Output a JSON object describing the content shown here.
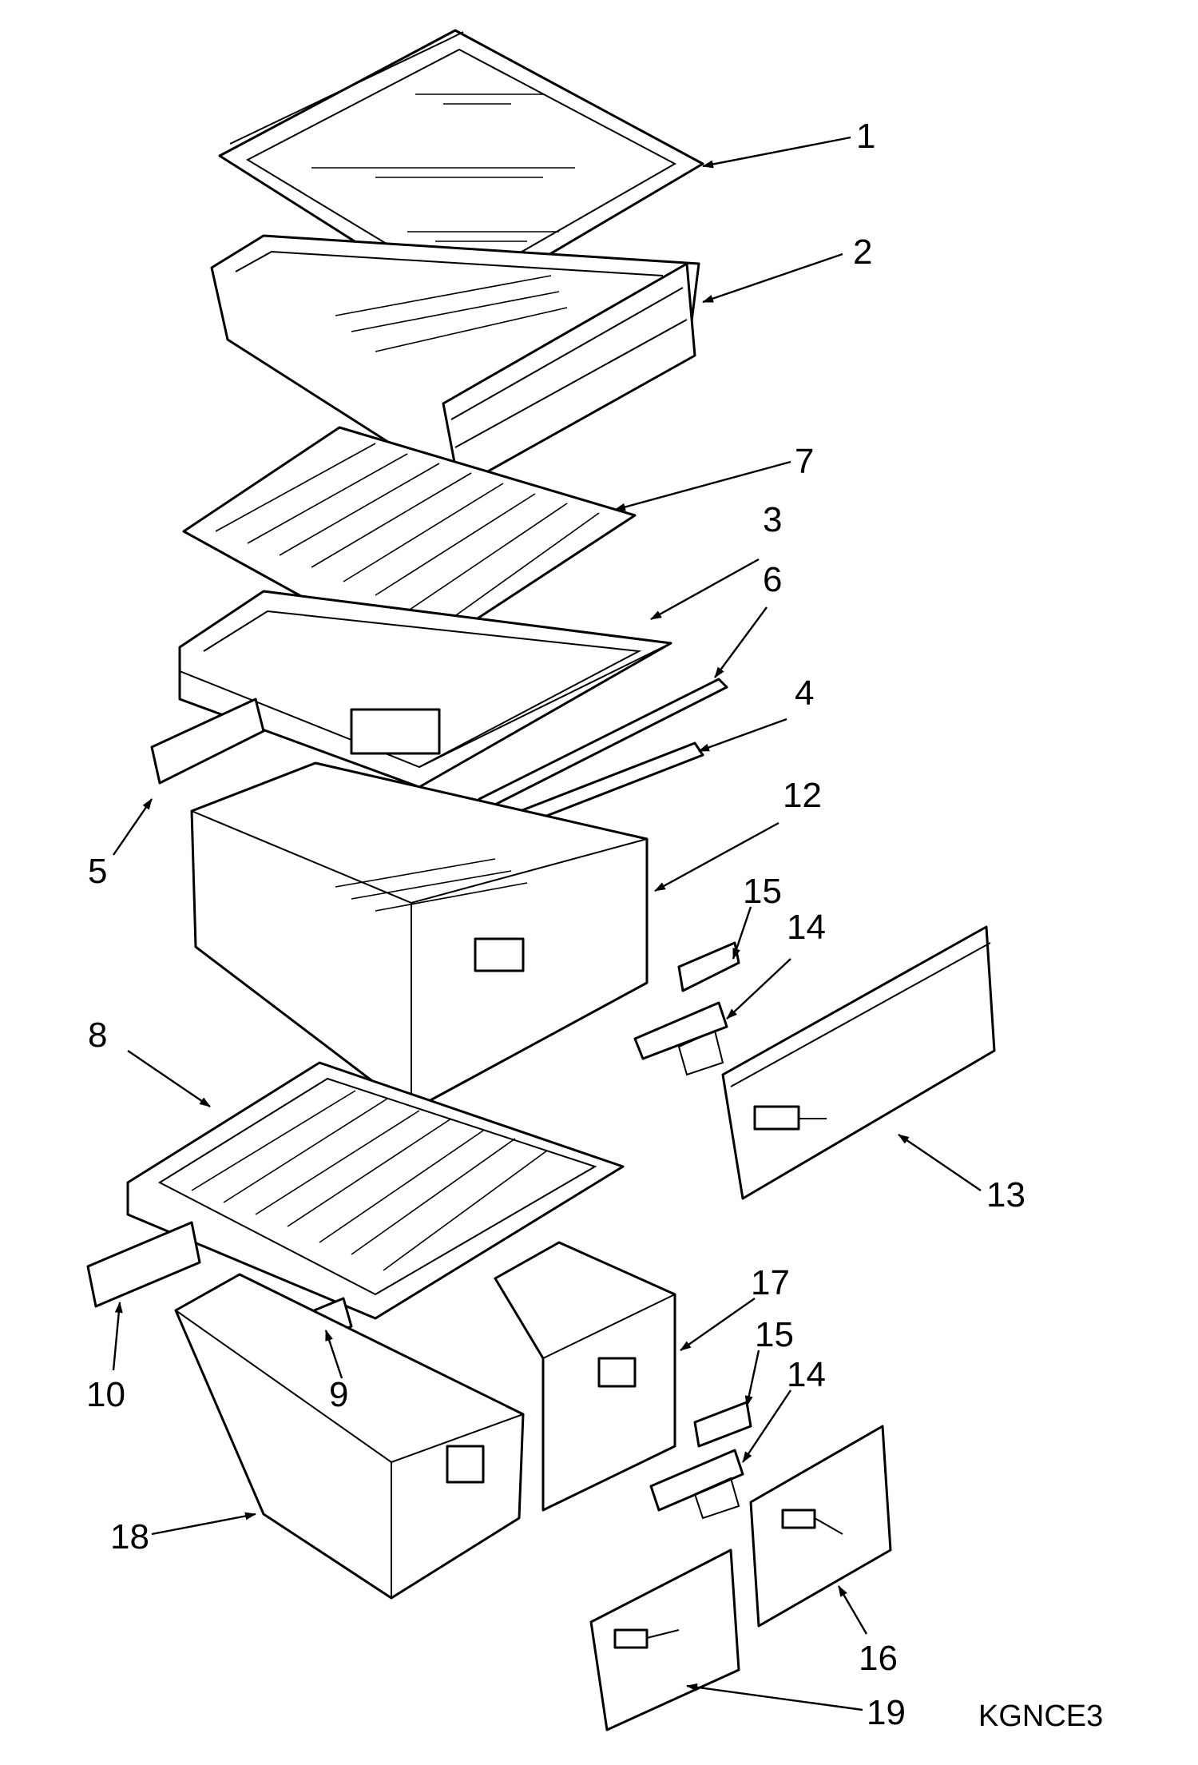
{
  "diagram": {
    "callouts": {
      "c1": "1",
      "c2": "2",
      "c3": "3",
      "c4": "4",
      "c5": "5",
      "c6": "6",
      "c7": "7",
      "c8": "8",
      "c9": "9",
      "c10": "10",
      "c12": "12",
      "c13": "13",
      "c14a": "14",
      "c14b": "14",
      "c15a": "15",
      "c15b": "15",
      "c16": "16",
      "c17": "17",
      "c18": "18",
      "c19": "19"
    },
    "drawing_code": "KGNCE3"
  }
}
